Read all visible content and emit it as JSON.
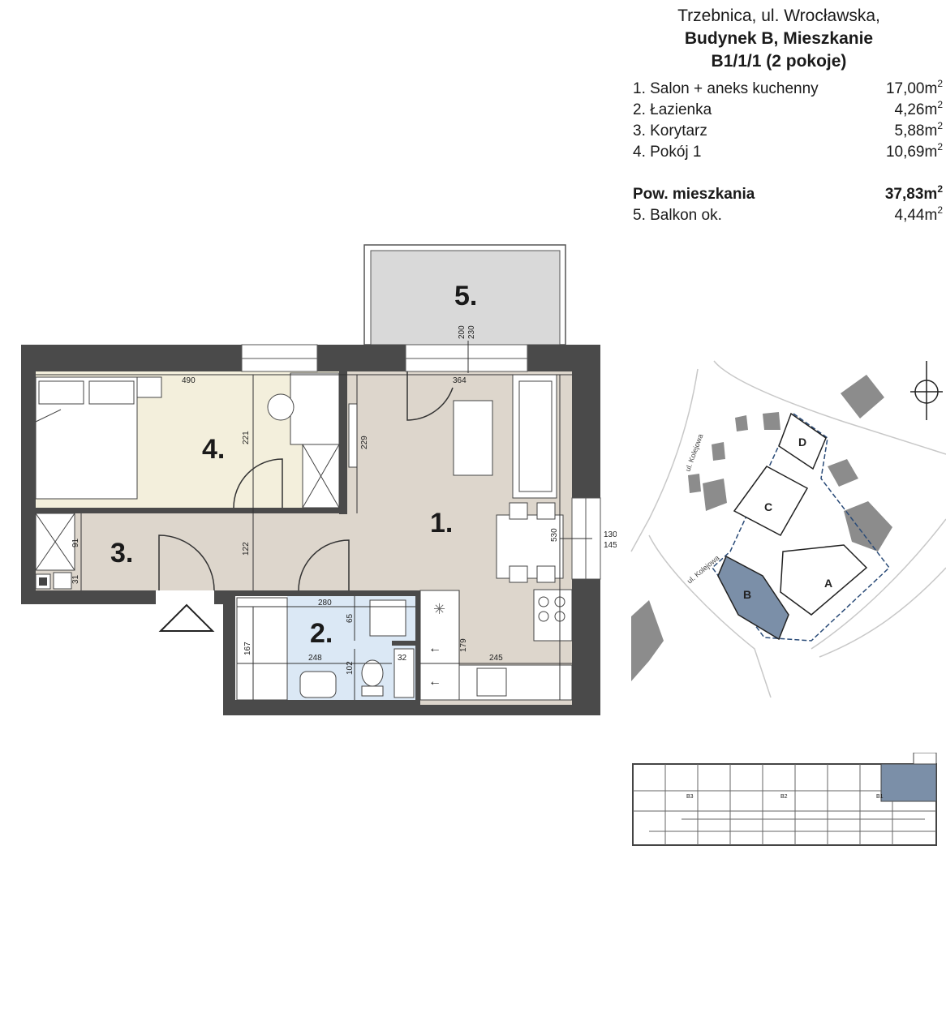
{
  "header": {
    "address": "Trzebnica, ul. Wrocławska,",
    "building_line": "Budynek B, Mieszkanie",
    "unit_line": "B1/1/1 (2 pokoje)"
  },
  "rooms": [
    {
      "label": "1. Salon + aneks kuchenny",
      "area": "17,00m",
      "unit": "2"
    },
    {
      "label": "2. Łazienka",
      "area": "4,26m",
      "unit": "2"
    },
    {
      "label": "3. Korytarz",
      "area": "5,88m",
      "unit": "2"
    },
    {
      "label": "4. Pokój 1",
      "area": "10,69m",
      "unit": "2"
    }
  ],
  "total": {
    "label": "Pow. mieszkania",
    "area": "37,83m",
    "unit": "2"
  },
  "balcony": {
    "label": "5. Balkon ok.",
    "area": "4,44m",
    "unit": "2"
  },
  "plan": {
    "room_numbers": {
      "r1": "1.",
      "r2": "2.",
      "r3": "3.",
      "r4": "4.",
      "r5": "5."
    },
    "dims": {
      "d490": "490",
      "d364": "364",
      "d221": "221",
      "d229": "229",
      "d122": "122",
      "d91": "91",
      "d31": "31",
      "d280": "280",
      "d65": "65",
      "d167": "167",
      "d248": "248",
      "d102": "102",
      "d32": "32",
      "d179": "179",
      "d245": "245",
      "d530": "530",
      "d130": "130",
      "d145": "145",
      "d200": "200",
      "d230": "230"
    }
  },
  "site": {
    "street1": "ul. Kolejowa",
    "street2": "ul. Kolejowa",
    "buildings": {
      "a": "A",
      "b": "B",
      "c": "C",
      "d": "D"
    }
  },
  "floor": {
    "labels": {
      "b3": "B3",
      "b2": "B2",
      "b1": "B1"
    }
  },
  "colors": {
    "wall": "#4a4a4a",
    "living": "#ddd6cc",
    "room4": "#f3efdc",
    "bath": "#dbe8f5",
    "balcony": "#d9d9d9",
    "highlight": "#7b8fa8"
  }
}
